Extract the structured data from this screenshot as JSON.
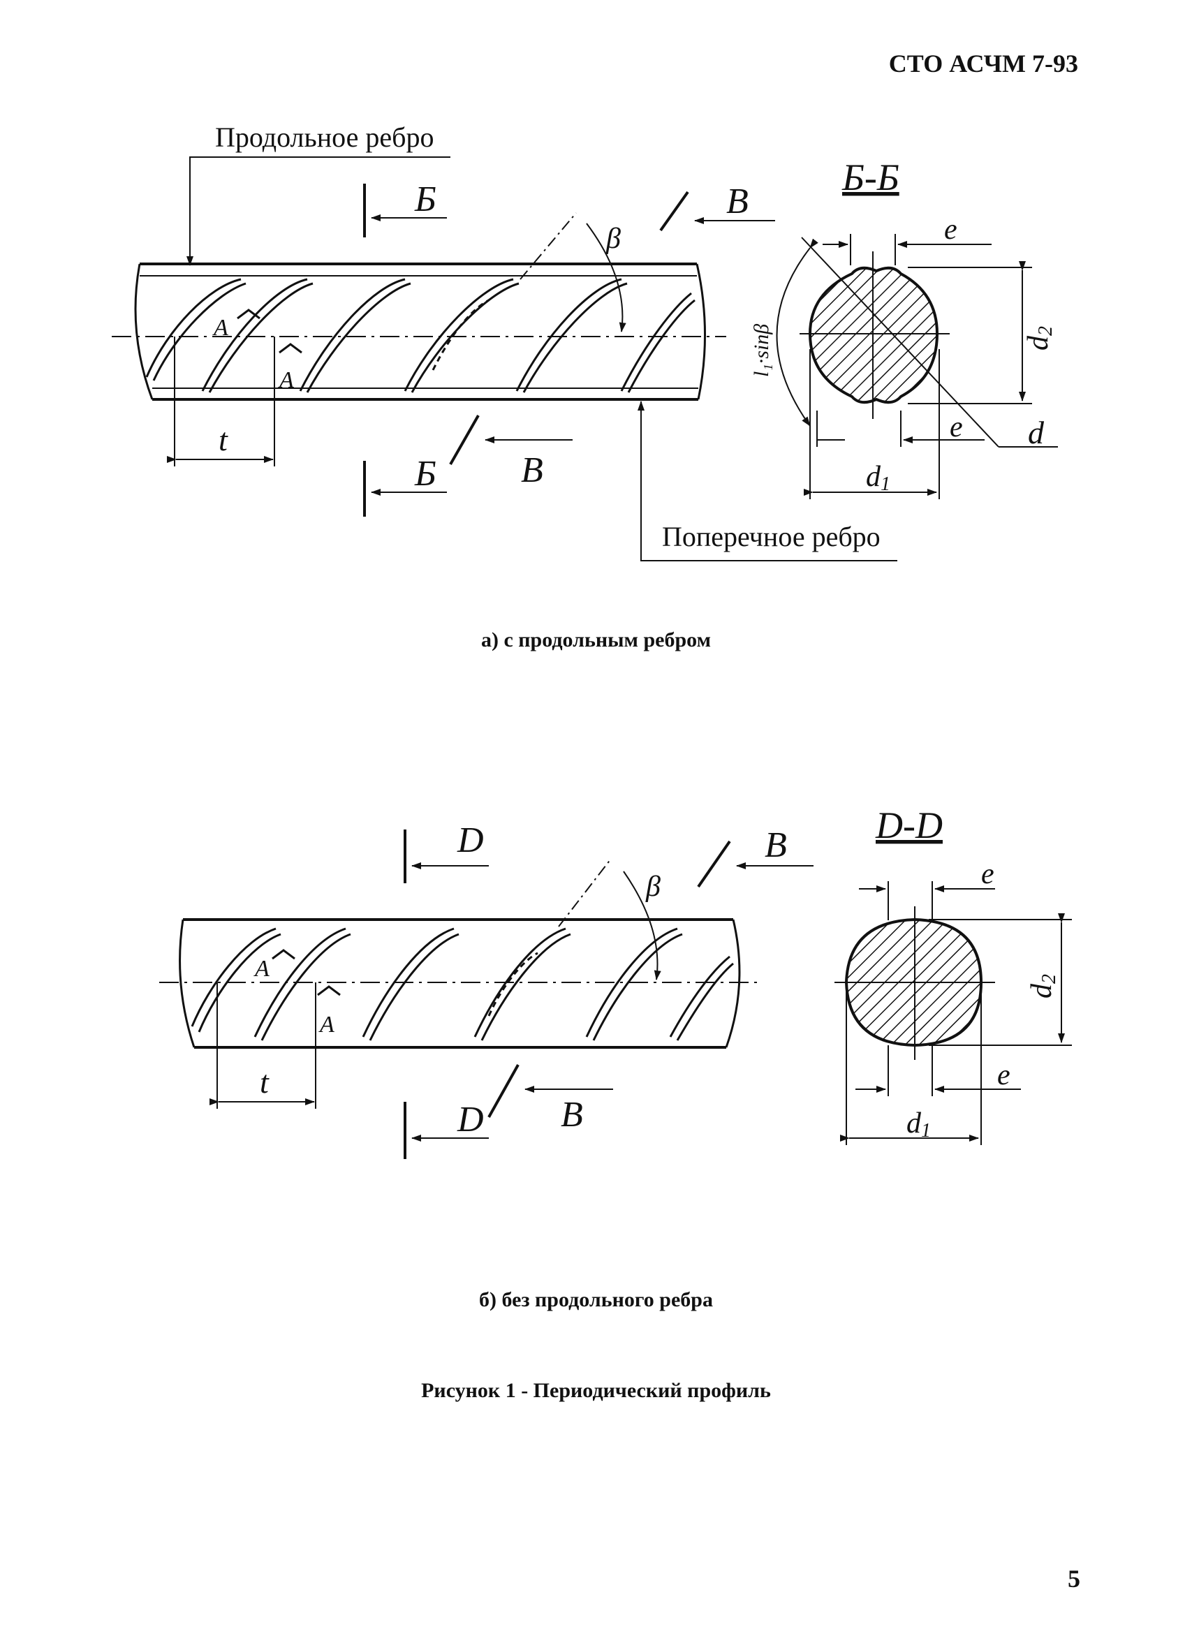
{
  "header": {
    "doc_code": "СТО АСЧМ 7-93"
  },
  "figure_a": {
    "caption": "а) с продольным ребром",
    "label_longitudinal_rib": "Продольное ребро",
    "label_transverse_rib": "Поперечное ребро",
    "section_label": "Б-Б",
    "cut_letter_section": "Б",
    "cut_letter_view": "В",
    "detail_letter": "A",
    "pitch": "t",
    "angle": "β",
    "dim_e": "e",
    "dim_d": "d",
    "dim_d1": "d",
    "dim_d1_sub": "1",
    "dim_d2": "d",
    "dim_d2_sub": "2",
    "dim_arc": "l₁·sinβ"
  },
  "figure_b": {
    "caption": "б) без продольного ребра",
    "section_label": "D-D",
    "cut_letter_section": "D",
    "cut_letter_view": "B",
    "detail_letter": "A",
    "pitch": "t",
    "angle": "β",
    "dim_e": "e",
    "dim_d1": "d",
    "dim_d1_sub": "1",
    "dim_d2": "d",
    "dim_d2_sub": "2"
  },
  "figure_caption": "Рисунок 1 - Периодический профиль",
  "page_number": "5"
}
